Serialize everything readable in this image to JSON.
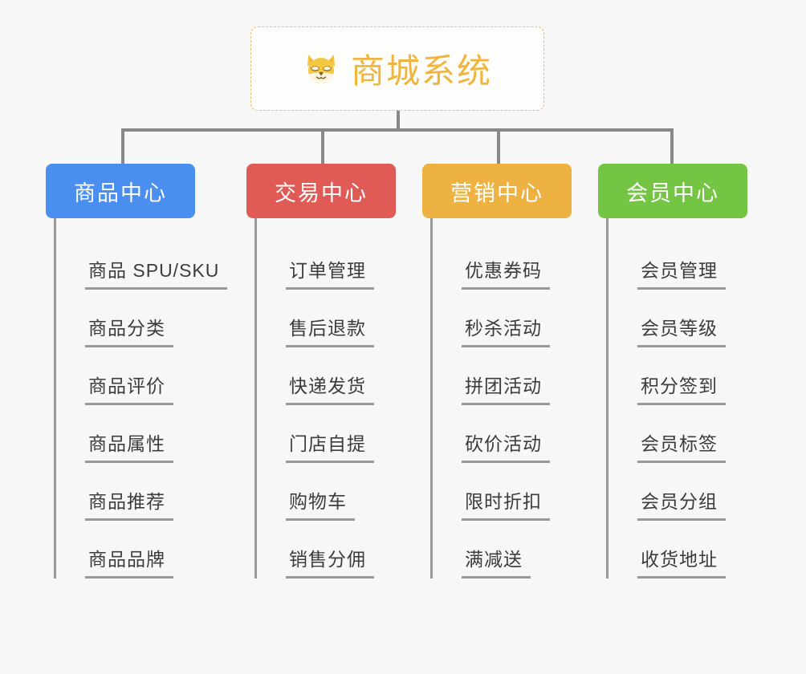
{
  "root": {
    "title": "商城系统",
    "icon": "shiba-dog-face-emoji",
    "title_color": "#efb53f",
    "border_color": "#e9bb6a"
  },
  "connector_color": "#888888",
  "branches": [
    {
      "label": "商品中心",
      "color": "#4a8ef0",
      "items": [
        "商品 SPU/SKU",
        "商品分类",
        "商品评价",
        "商品属性",
        "商品推荐",
        "商品品牌"
      ]
    },
    {
      "label": "交易中心",
      "color": "#e15b56",
      "items": [
        "订单管理",
        "售后退款",
        "快递发货",
        "门店自提",
        "购物车",
        "销售分佣"
      ]
    },
    {
      "label": "营销中心",
      "color": "#eeb243",
      "items": [
        "优惠券码",
        "秒杀活动",
        "拼团活动",
        "砍价活动",
        "限时折扣",
        "满减送"
      ]
    },
    {
      "label": "会员中心",
      "color": "#74c543",
      "items": [
        "会员管理",
        "会员等级",
        "积分签到",
        "会员标签",
        "会员分组",
        "收货地址"
      ]
    }
  ]
}
